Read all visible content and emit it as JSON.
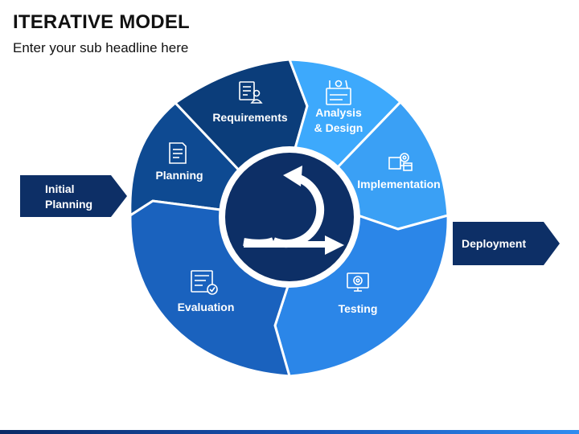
{
  "header": {
    "title": "ITERATIVE MODEL",
    "subtitle": "Enter your sub headline here"
  },
  "stages": [
    {
      "id": "requirements",
      "label_lines": [
        "Requirements"
      ],
      "icon": "requirements-icon",
      "color": "#0b3d7a"
    },
    {
      "id": "analysis-design",
      "label_lines": [
        "Analysis",
        "& Design"
      ],
      "icon": "analysis-design-icon",
      "color": "#3da9fc"
    },
    {
      "id": "implementation",
      "label_lines": [
        "Implementation"
      ],
      "icon": "implementation-icon",
      "color": "#3aa0f5"
    },
    {
      "id": "testing",
      "label_lines": [
        "Testing"
      ],
      "icon": "testing-icon",
      "color": "#2b86e8"
    },
    {
      "id": "evaluation",
      "label_lines": [
        "Evaluation"
      ],
      "icon": "evaluation-icon",
      "color": "#1a62be"
    },
    {
      "id": "planning",
      "label_lines": [
        "Planning"
      ],
      "icon": "planning-icon",
      "color": "#0e4a92"
    }
  ],
  "entry_arrow": {
    "label_lines": [
      "Initial",
      "Planning"
    ],
    "color": "#0d2f66"
  },
  "exit_arrow": {
    "label_lines": [
      "Deployment"
    ],
    "color": "#0d2f66"
  },
  "center_icon": "iteration-cycle-icon"
}
